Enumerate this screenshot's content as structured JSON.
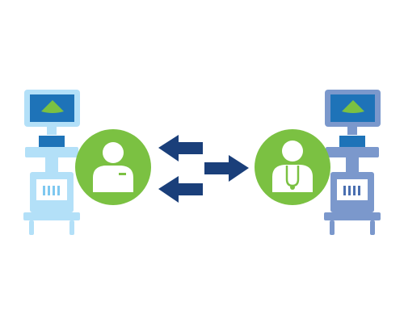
{
  "diagram": {
    "left_machine": {
      "icon": "ultrasound-cart-icon",
      "body_color": "#b3e0f8",
      "outline_color": "#7fc8f0",
      "screen_color": "#1e73b8",
      "scan_color": "#7bc142"
    },
    "right_machine": {
      "icon": "ultrasound-cart-icon",
      "body_color": "#7b98cc",
      "outline_color": "#4a6fb0",
      "screen_color": "#1e73b8",
      "scan_color": "#7bc142"
    },
    "left_person": {
      "icon": "sonographer-icon",
      "circle_color": "#7bc142",
      "figure_color": "#ffffff"
    },
    "right_person": {
      "icon": "doctor-with-stethoscope-icon",
      "circle_color": "#7bc142",
      "figure_color": "#ffffff"
    },
    "arrows": {
      "color": "#1a3f7a",
      "directions": [
        "left",
        "right",
        "left"
      ]
    }
  }
}
